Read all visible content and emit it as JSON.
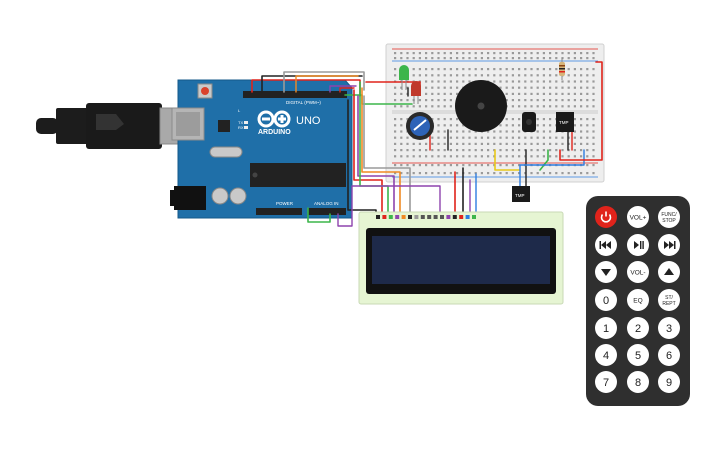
{
  "colors": {
    "board": "#1f6fa8",
    "board_dark": "#155a8a",
    "breadboard": "#eeeeee",
    "lcd_pcb": "#e6f5d3",
    "lcd_screen": "#1e2a4a",
    "remote_body": "#2f2f2f",
    "remote_key": "#ffffff",
    "power_key": "#e0231b",
    "wire_red": "#e0231b",
    "wire_black": "#222222",
    "wire_green": "#3cb54a",
    "wire_orange": "#f08a24",
    "wire_purple": "#8e44ad",
    "wire_blue": "#2d7de0",
    "wire_yellow": "#e8c81a",
    "wire_grey": "#9a9a9a"
  },
  "arduino": {
    "brand": "ARDUINO",
    "model": "UNO",
    "digital_label": "DIGITAL (PWM~)",
    "power_label": "POWER",
    "analog_label": "ANALOG IN",
    "tx_label": "TX",
    "rx_label": "RX",
    "l_label": "L",
    "on_label": "ON"
  },
  "sensors": {
    "sensor_1_label": "TMP",
    "sensor_2_label": "TMP"
  },
  "remote": {
    "rows": [
      [
        {
          "label": "",
          "icon": "power-icon"
        },
        {
          "label": "VOL+"
        },
        {
          "label": "FUNC/\nSTOP"
        }
      ],
      [
        {
          "label": "",
          "icon": "rewind-icon"
        },
        {
          "label": "",
          "icon": "play-pause-icon"
        },
        {
          "label": "",
          "icon": "fast-forward-icon"
        }
      ],
      [
        {
          "label": "",
          "icon": "down-arrow-icon"
        },
        {
          "label": "VOL-"
        },
        {
          "label": "",
          "icon": "up-arrow-icon"
        }
      ],
      [
        {
          "label": "0"
        },
        {
          "label": "EQ"
        },
        {
          "label": "ST/\nREPT"
        }
      ],
      [
        {
          "label": "1"
        },
        {
          "label": "2"
        },
        {
          "label": "3"
        }
      ],
      [
        {
          "label": "4"
        },
        {
          "label": "5"
        },
        {
          "label": "6"
        }
      ],
      [
        {
          "label": "7"
        },
        {
          "label": "8"
        },
        {
          "label": "9"
        }
      ]
    ]
  }
}
